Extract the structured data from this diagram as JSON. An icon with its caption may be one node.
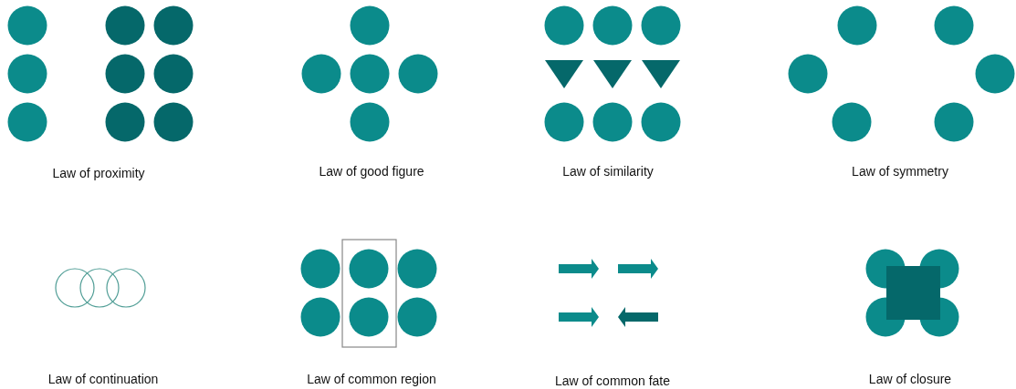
{
  "diagram": {
    "labels": [
      "Law of proximity",
      "Law of good figure",
      "Law of similarity",
      "Law of symmetry",
      "Law of continuation",
      "Law of common region",
      "Law of common fate",
      "Law of closure"
    ]
  }
}
